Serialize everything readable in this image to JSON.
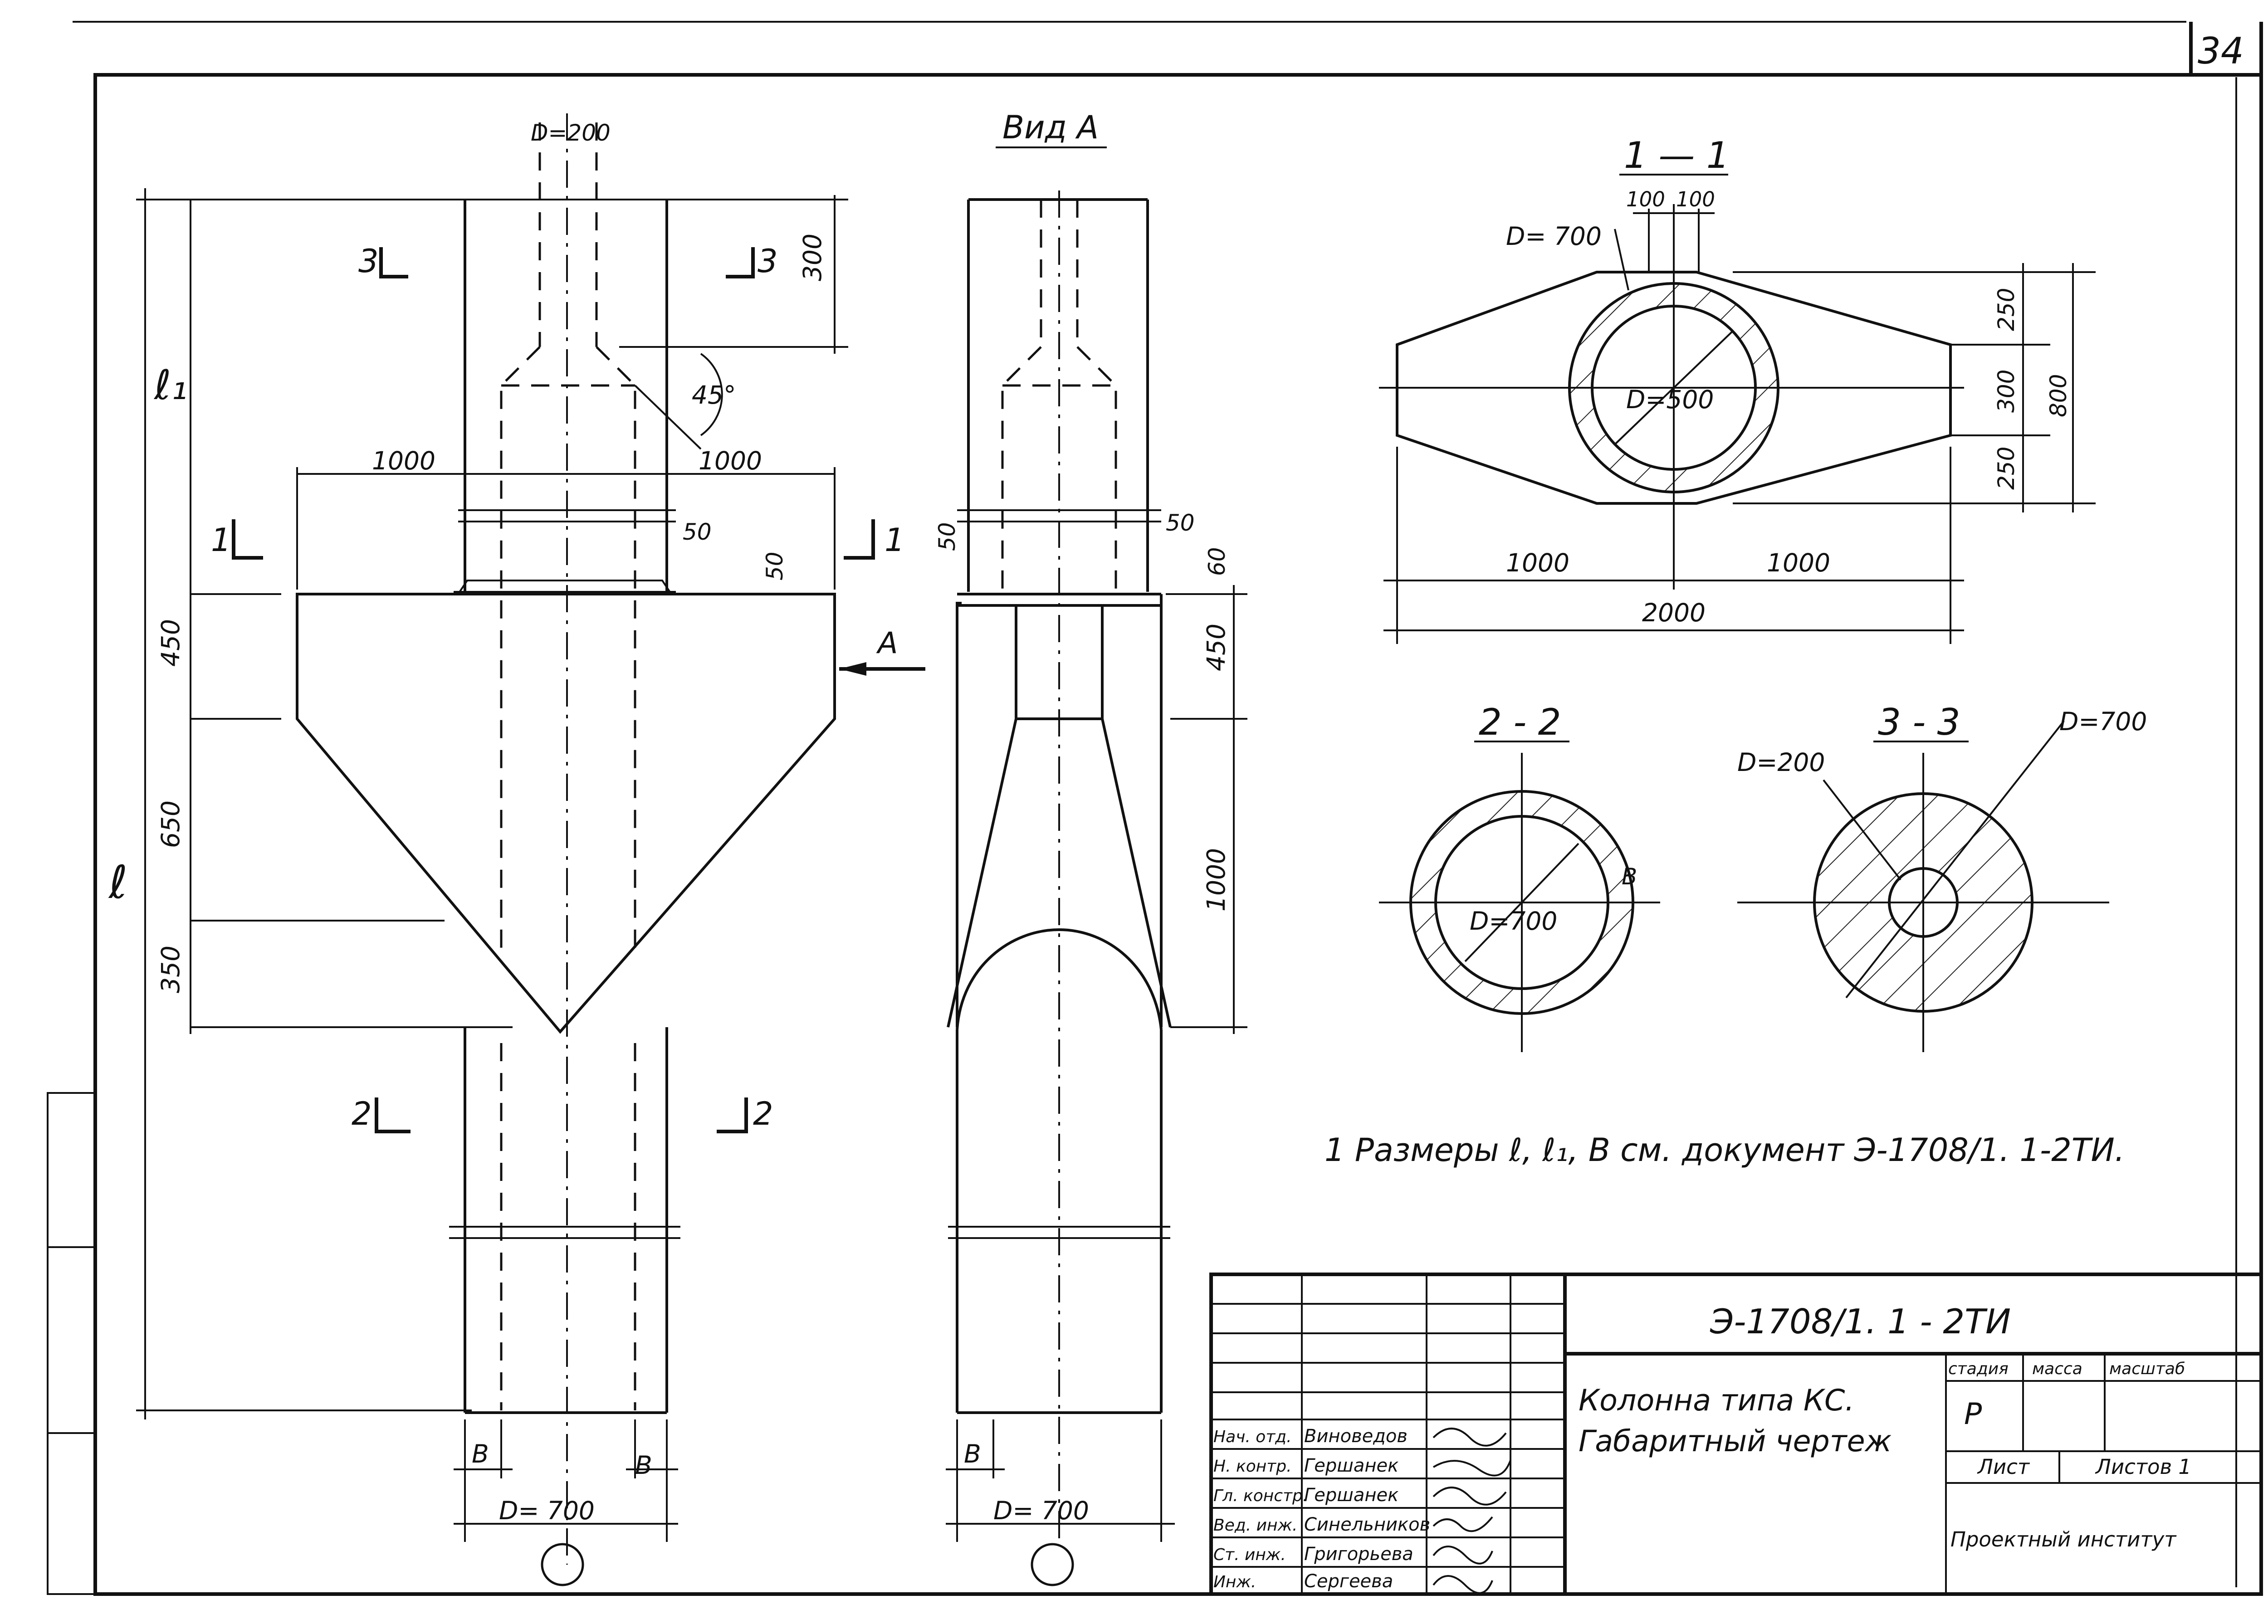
{
  "page_number": "34",
  "view_a_title": "Вид А",
  "section_1_title": "1 — 1",
  "section_2_title": "2 - 2",
  "section_3_title": "3 - 3",
  "front": {
    "d_top": "D=200",
    "angle": "45°",
    "dim_300": "300",
    "dim_l1": "ℓ₁",
    "dim_l": "ℓ",
    "dim_1000_left": "1000",
    "dim_1000_right": "1000",
    "dim_50_a": "50",
    "dim_50_b": "50",
    "dim_450": "450",
    "dim_650": "650",
    "dim_350": "350",
    "cut_3_left": "3",
    "cut_3_right": "3",
    "cut_1_left": "1",
    "cut_1_right": "1",
    "cut_2_left": "2",
    "cut_2_right": "2",
    "arrow_a": "A",
    "b_left": "B",
    "b_right": "B",
    "d_bottom": "D= 700"
  },
  "view_a": {
    "dim_50_left": "50",
    "dim_50_right": "50",
    "dim_60": "60",
    "dim_450": "450",
    "dim_1000": "1000",
    "b_left": "B",
    "d_bottom": "D= 700"
  },
  "sec1": {
    "d_outer": "D= 700",
    "d_inner": "D=500",
    "dim_100a": "100",
    "dim_100b": "100",
    "dim_250_top": "250",
    "dim_300": "300",
    "dim_250_bot": "250",
    "dim_800": "800",
    "dim_1000_left": "1000",
    "dim_1000_right": "1000",
    "dim_2000": "2000"
  },
  "sec2": {
    "d_inner": "D=700",
    "b_label": "B"
  },
  "sec3": {
    "d_small": "D=200",
    "d_outer": "D=700"
  },
  "note": "1  Размеры ℓ, ℓ₁, B см. документ Э-1708/1. 1-2ТИ.",
  "title_block": {
    "doc_code": "Э-1708/1. 1 - 2ТИ",
    "name_line1": "Колонна типа КС.",
    "name_line2": "Габаритный чертеж",
    "col_stage": "стадия",
    "col_mass": "масса",
    "col_scale": "масштаб",
    "stage_value": "Р",
    "sheet_label": "Лист",
    "sheets_label": "Листов 1",
    "org": "Проектный институт",
    "roles": [
      {
        "role": "Нач. отд.",
        "name": "Виноведов"
      },
      {
        "role": "Н. контр.",
        "name": "Гершанек"
      },
      {
        "role": "Гл. констр.",
        "name": "Гершанек"
      },
      {
        "role": "Вед. инж.",
        "name": "Синельников"
      },
      {
        "role": "Ст. инж.",
        "name": "Григорьева"
      },
      {
        "role": "Инж.",
        "name": "Сергеева"
      }
    ]
  }
}
